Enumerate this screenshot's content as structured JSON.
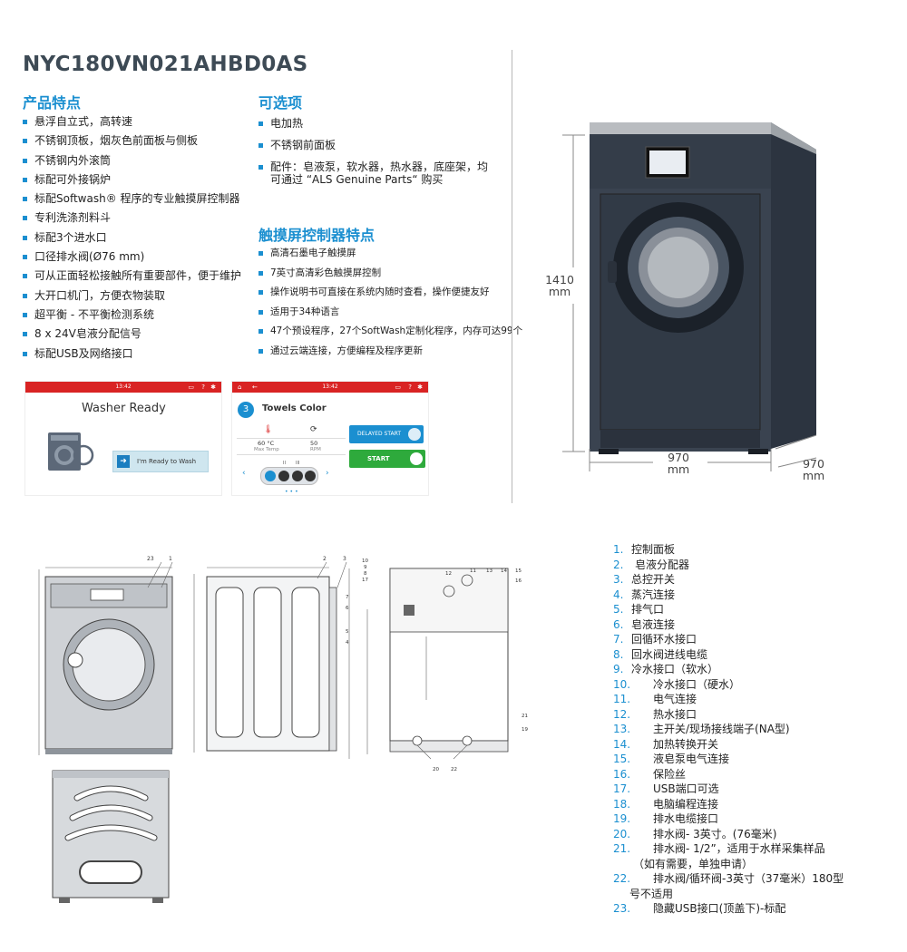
{
  "model": "NYC180VN021AHBD0AS",
  "features": {
    "heading": "产品特点",
    "items": [
      "悬浮自立式，高转速",
      "不锈钢顶板，烟灰色前面板与侧板",
      "不锈钢内外滚筒",
      "标配可外接锅炉",
      "标配Softwash® 程序的专业触摸屏控制器",
      "专利洗涤剂料斗",
      "标配3个进水口",
      "口径排水阀(Ø76 mm)",
      "可从正面轻松接触所有重要部件，便于维护",
      "大开口机门，方便衣物装取",
      "超平衡 - 不平衡检测系统",
      "8 x 24V皂液分配信号",
      "标配USB及网络接口"
    ]
  },
  "options": {
    "heading": "可选项",
    "items": [
      "电加热",
      "不锈钢前面板",
      "配件：皂液泵，软水器，热水器，底座架，均可通过 “ALS Genuine Parts“ 购买"
    ]
  },
  "touch": {
    "heading": "触摸屏控制器特点",
    "items": [
      "高清石墨电子触摸屏",
      "7英寸高清彩色触摸屏控制",
      "操作说明书可直接在系统内随时查看，操作便捷友好",
      "适用于34种语言",
      "47个预设程序，27个SoftWash定制化程序，内存可达99个",
      "通过云端连接，方便编程及程序更新"
    ]
  },
  "screen1": {
    "time": "13:42",
    "title": "Washer Ready",
    "button": "I'm Ready to Wash"
  },
  "screen2": {
    "time": "13:42",
    "step": "3",
    "title": "Towels Color",
    "temp_value": "60 °C",
    "temp_label": "Max Temp",
    "rpm_value": "50",
    "rpm_label": "RPM",
    "delayed_start": "DELAYED START",
    "start": "START",
    "levels": [
      "II",
      "III"
    ]
  },
  "dimensions": {
    "height": "1410",
    "width": "970",
    "depth": "970",
    "unit": "mm"
  },
  "parts": [
    {
      "n": "1.",
      "label": "控制面板"
    },
    {
      "n": "2.",
      "label": "皂液分配器"
    },
    {
      "n": "3.",
      "label": "总控开关"
    },
    {
      "n": "4.",
      "label": "蒸汽连接"
    },
    {
      "n": "5.",
      "label": "排气口"
    },
    {
      "n": "6.",
      "label": "皂液连接"
    },
    {
      "n": "7.",
      "label": "回循环水接口"
    },
    {
      "n": "8.",
      "label": "回水阀进线电缆"
    },
    {
      "n": "9.",
      "label": "冷水接口（软水）"
    },
    {
      "n": "10.",
      "label": "冷水接口（硬水）"
    },
    {
      "n": "11.",
      "label": "电气连接"
    },
    {
      "n": "12.",
      "label": "热水接口"
    },
    {
      "n": "13.",
      "label": "主开关/现场接线端子(NA型)"
    },
    {
      "n": "14.",
      "label": "加热转换开关"
    },
    {
      "n": "15.",
      "label": "液皂泵电气连接"
    },
    {
      "n": "16.",
      "label": "保险丝"
    },
    {
      "n": "17.",
      "label": "USB端口可选"
    },
    {
      "n": "18.",
      "label": "电脑编程连接"
    },
    {
      "n": "19.",
      "label": "排水电缆接口"
    },
    {
      "n": "20.",
      "label": "排水阀- 3英寸。(76毫米)"
    },
    {
      "n": "21.",
      "label": "排水阀- 1/2”，适用于水样采集样品",
      "label2": "（如有需要，单独申请）"
    },
    {
      "n": "22.",
      "label": "排水阀/循环阀-3英寸（37毫米）180型",
      "label2": "号不适用"
    },
    {
      "n": "23.",
      "label": "隐藏USB接口(顶盖下)-标配"
    }
  ],
  "drawing_labels": {
    "front": [
      "23",
      "1"
    ],
    "side": [
      "2",
      "3"
    ],
    "rear_top": [
      "10",
      "9",
      "8",
      "17",
      "12",
      "11",
      "13",
      "14",
      "15",
      "16"
    ],
    "rear_left": [
      "7",
      "6",
      "5",
      "4"
    ],
    "rear_right": [
      "21",
      "19"
    ],
    "rear_bottom": [
      "20",
      "22"
    ]
  }
}
